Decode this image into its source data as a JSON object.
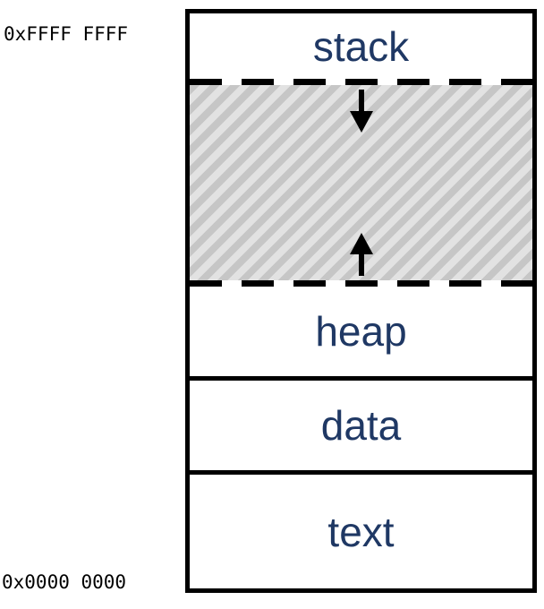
{
  "diagram": {
    "address_top": "0xFFFF FFFF",
    "address_bottom": "0x0000 0000",
    "sections": {
      "stack": "stack",
      "heap": "heap",
      "data": "data",
      "text": "text"
    },
    "colors": {
      "label": "#1f3864",
      "border": "#000000",
      "hatch_dark": "#c6c6c6",
      "hatch_light": "#e2e2e2"
    }
  }
}
